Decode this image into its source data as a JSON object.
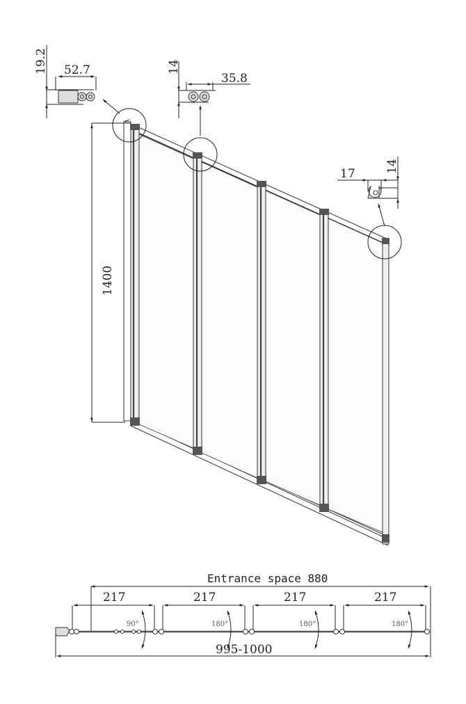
{
  "drawing": {
    "type": "technical-drawing",
    "subject": "4-panel folding bath screen",
    "colors": {
      "line": "#222222",
      "background": "#ffffff",
      "frame_fill": "#dddddd"
    }
  },
  "detail_callouts": [
    {
      "id": "wall-profile",
      "height_label": "19.2",
      "width_label": "52.7"
    },
    {
      "id": "hinge-profile",
      "height_label": "14",
      "width_label": "35.8"
    },
    {
      "id": "end-profile",
      "width_label": "17",
      "height_label": "14"
    }
  ],
  "elevation": {
    "height_label": "1400",
    "panel_count": 4
  },
  "plan_view": {
    "entrance_label": "Entrance space 880",
    "overall_label": "995-1000",
    "panel_widths": [
      "217",
      "217",
      "217",
      "217"
    ],
    "rotation_labels": [
      "90°",
      "180°",
      "180°",
      "180°"
    ]
  }
}
